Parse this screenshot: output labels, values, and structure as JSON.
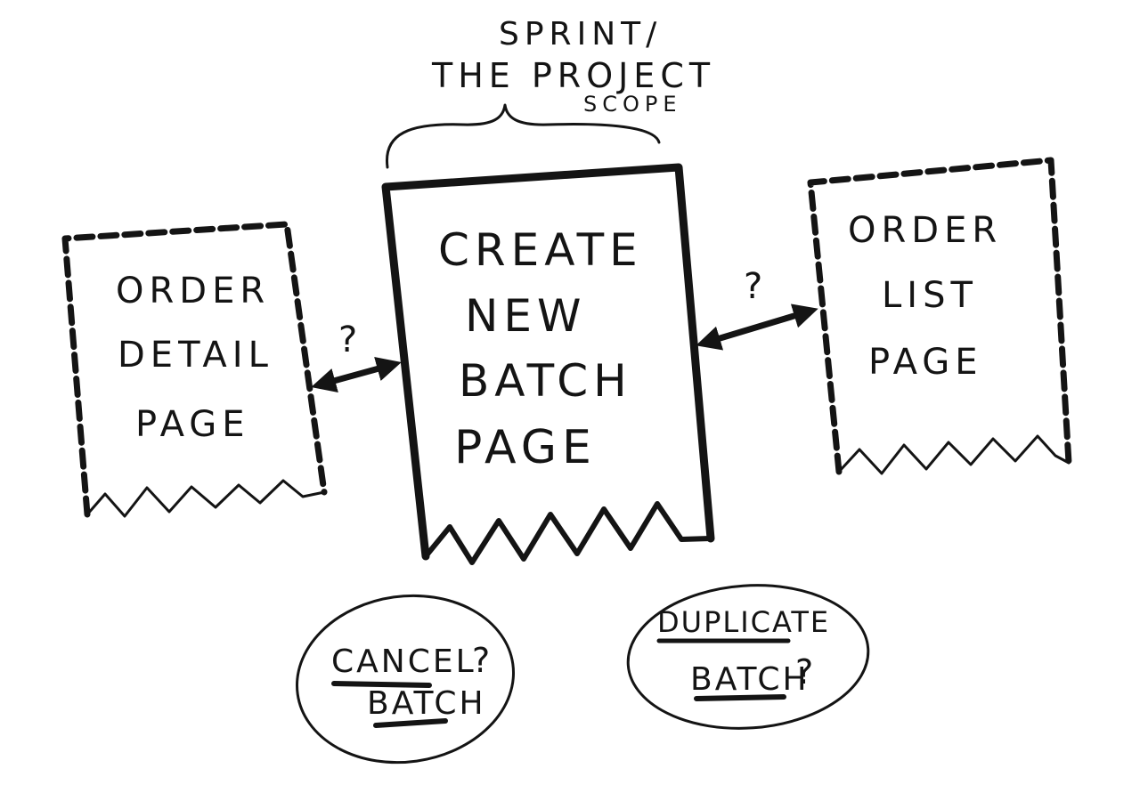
{
  "annotation": {
    "lines": [
      "SPRINT/",
      "THE PROJECT",
      "SCOPE"
    ]
  },
  "pages": [
    {
      "id": "order-detail",
      "lines": [
        "ORDER",
        "DETAIL",
        "PAGE"
      ],
      "style": "dashed"
    },
    {
      "id": "create-new-batch",
      "lines": [
        "CREATE",
        "NEW",
        "BATCH",
        "PAGE"
      ],
      "style": "solid"
    },
    {
      "id": "order-list",
      "lines": [
        "ORDER",
        "LIST",
        "PAGE"
      ],
      "style": "dashed"
    }
  ],
  "connections": [
    {
      "from": "order-detail",
      "to": "create-new-batch",
      "label": "?"
    },
    {
      "from": "create-new-batch",
      "to": "order-list",
      "label": "?"
    }
  ],
  "actions": [
    {
      "id": "cancel-batch",
      "word1": "CANCEL",
      "word2": "BATCH",
      "suffix": "?"
    },
    {
      "id": "duplicate-batch",
      "word1": "DUPLICATE",
      "word2": "BATCH",
      "suffix": "?"
    }
  ],
  "colors": {
    "ink": "#141414",
    "paper": "#ffffff"
  }
}
